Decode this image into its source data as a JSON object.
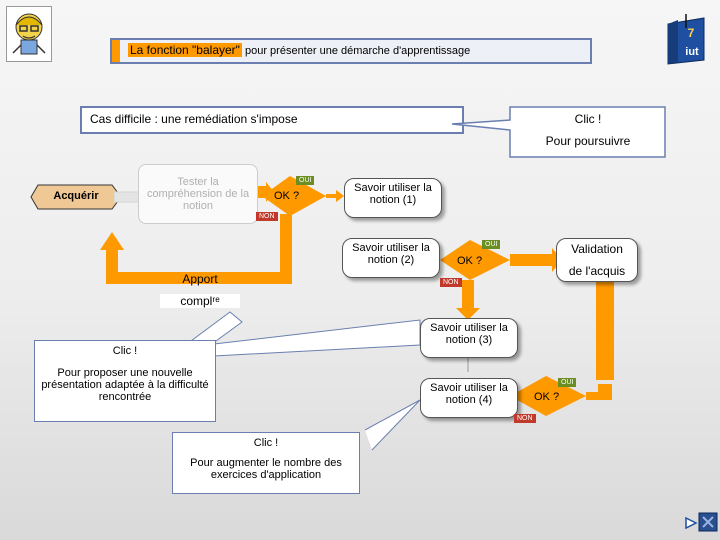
{
  "header": {
    "title_bold": "La fonction \"balayer\"",
    "title_rest": " pour présenter une démarche d'apprentissage",
    "page_number": "7",
    "logo_text": "iut"
  },
  "banner": {
    "text": "Cas difficile : une remédiation s'impose"
  },
  "callout_top": {
    "line1": "Clic !",
    "line2": "Pour poursuivre"
  },
  "callout_left": {
    "line1": "Clic !",
    "line2": "Pour proposer une nouvelle présentation adaptée à la difficulté rencontrée"
  },
  "callout_bottom": {
    "line1": "Clic !",
    "line2": "Pour augmenter le nombre des exercices d'application"
  },
  "nodes": {
    "acquerir": "Acquérir",
    "tester": "Tester la compréhension de la notion",
    "ok1": "OK ?",
    "savoir1": "Savoir utiliser la notion (1)",
    "savoir2": "Savoir utiliser la notion (2)",
    "ok2": "OK ?",
    "validation_l1": "Validation",
    "validation_l2": "de l'acquis",
    "apport_l1": "Apport",
    "apport_l2": "complʳᵉ",
    "savoir3": "Savoir utiliser la notion (3)",
    "savoir4": "Savoir utiliser la notion (4)",
    "ok3": "OK ?"
  },
  "labels": {
    "oui": "OUI",
    "non": "NON"
  },
  "colors": {
    "accent": "#ff9900",
    "frame": "#6a7fb0",
    "oui_bg": "#6b8e23",
    "non_bg": "#c0392b"
  },
  "icons": [
    "mascot-icon",
    "book-logo-icon",
    "next-arrow-icon",
    "end-icon"
  ]
}
